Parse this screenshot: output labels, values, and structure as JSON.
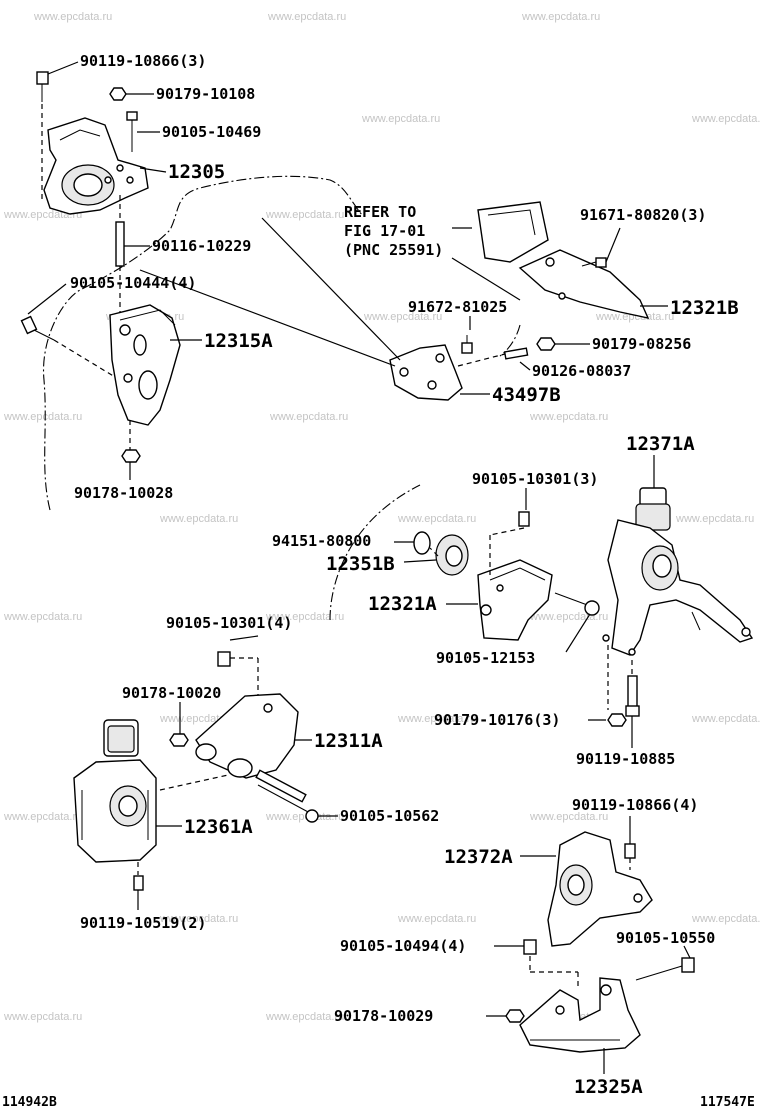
{
  "watermark": "www.epcdata.ru",
  "refer": {
    "line1": "REFER TO",
    "line2": "FIG 17-01",
    "line3": "(PNC 25591)"
  },
  "labels": {
    "p90119_10866_3": "90119-10866(3)",
    "p90179_10108": "90179-10108",
    "p90105_10469": "90105-10469",
    "p12305": "12305",
    "p90116_10229": "90116-10229",
    "p90105_10444_4": "90105-10444(4)",
    "p12315A": "12315A",
    "p90178_10028": "90178-10028",
    "p91671_80820_3": "91671-80820(3)",
    "p12321B": "12321B",
    "p91672_81025": "91672-81025",
    "p90179_08256": "90179-08256",
    "p90126_08037": "90126-08037",
    "p43497B": "43497B",
    "p12371A": "12371A",
    "p90105_10301_3": "90105-10301(3)",
    "p94151_80800": "94151-80800",
    "p12351B": "12351B",
    "p12321A": "12321A",
    "p90105_12153": "90105-12153",
    "p90105_10301_4": "90105-10301(4)",
    "p90179_10176_3": "90179-10176(3)",
    "p90119_10885": "90119-10885",
    "p90178_10020": "90178-10020",
    "p12311A": "12311A",
    "p90105_10562": "90105-10562",
    "p12361A": "12361A",
    "p90119_10519_2": "90119-10519(2)",
    "p90119_10866_4": "90119-10866(4)",
    "p12372A": "12372A",
    "p90105_10494_4": "90105-10494(4)",
    "p90105_10550": "90105-10550",
    "p90178_10029": "90178-10029",
    "p12325A": "12325A"
  },
  "codes": {
    "left": "114942B",
    "right": "117547E"
  }
}
